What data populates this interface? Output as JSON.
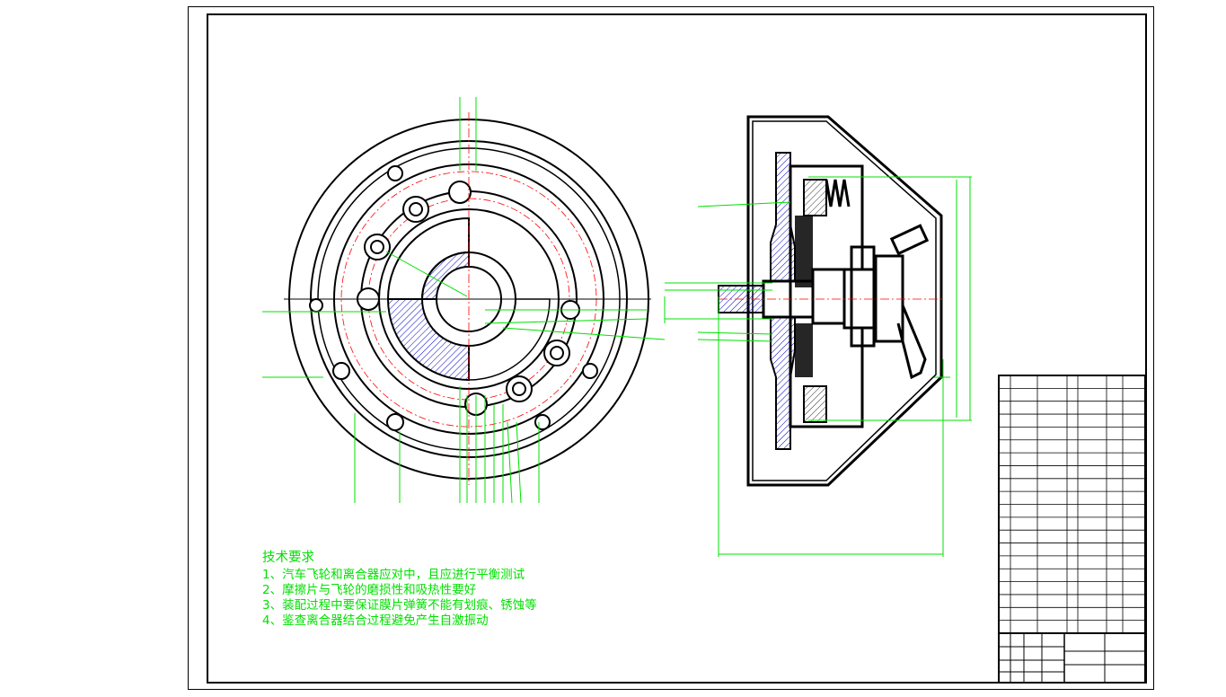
{
  "drawing": {
    "type": "clutch assembly drawing",
    "colors": {
      "outline": "#000000",
      "dimension": "#00e000",
      "centerline": "#ff0000",
      "hatch": "#0000cc"
    }
  },
  "technical_requirements": {
    "title": "技术要求",
    "items": [
      "1、汽车飞轮和离合器应对中，且应进行平衡测试",
      "2、摩擦片与飞轮的磨损性和吸热性要好",
      "3、装配过程中要保证膜片弹簧不能有划痕、锈蚀等",
      "4、鉴查离合器结合过程避免产生自激振动"
    ]
  },
  "parts_list": {
    "row_count": 20
  },
  "title_block": {}
}
